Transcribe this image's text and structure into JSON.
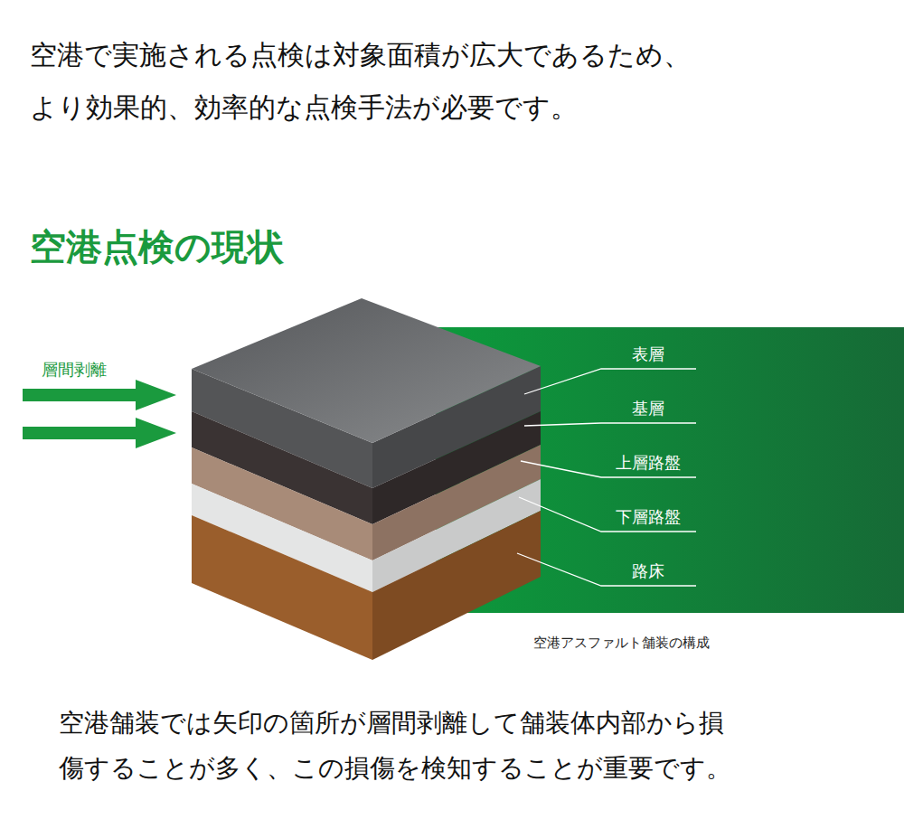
{
  "diagram": {
    "title": "空港点検の現状",
    "caption": "空港アスファルト舗装の構成",
    "labels": [
      "空港で実施される点検は対象面積が広大であるため、",
      "より効果的、効率的な点検手法が必要です。",
      "層間剥離",
      "表層",
      "基層",
      "上層路盤",
      "下層路盤",
      "路床",
      "空港舗装では矢印の箇所が層間剥離して舗装体内部から損",
      "傷することが多く、この損傷を検知することが重要です。"
    ]
  }
}
